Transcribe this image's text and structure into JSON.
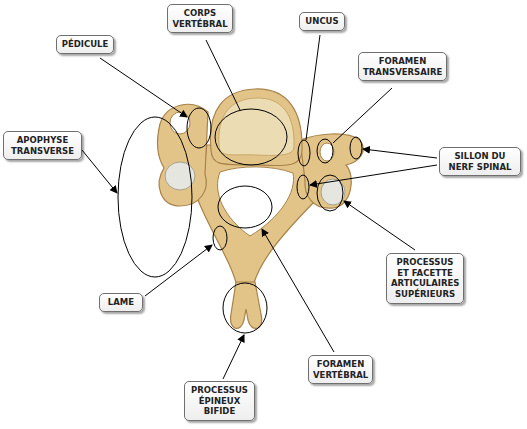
{
  "diagram": {
    "nodes": [
      {
        "text": [
          "CORPS VERTÉBRAL"
        ]
      },
      {
        "text": [
          "UNCUS"
        ]
      },
      {
        "text": [
          "PÉDICULE"
        ]
      },
      {
        "text": [
          "FORAMEN TRANSVERSAIRE"
        ]
      },
      {
        "text": [
          "APOPHYSE TRANSVERSE"
        ]
      },
      {
        "text": [
          "SILLON DU NERF SPINAL"
        ]
      },
      {
        "text": [
          "PROCESSUS ET FACETTE ARTICULAIRES SUPÉRIEURS"
        ]
      },
      {
        "text": [
          "LAME"
        ]
      },
      {
        "text": [
          "FORAMEN VERTÉBRAL"
        ]
      },
      {
        "text": [
          "PROCESSUS ÉPINEUX BIFIDE"
        ]
      }
    ]
  }
}
